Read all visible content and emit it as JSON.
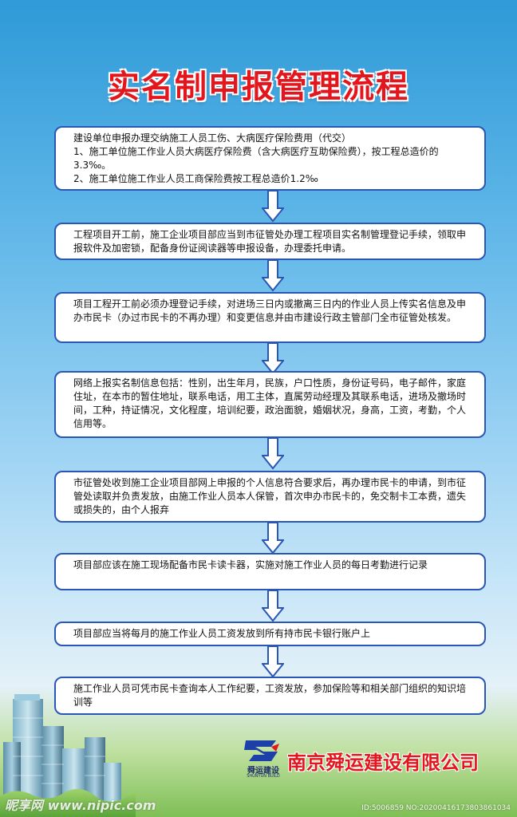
{
  "title": "实名制申报管理流程",
  "steps": [
    {
      "lines": [
        "建设单位申报办理交纳施工人员工伤、大病医疗保险费用（代交）",
        "1、施工单位施工作业人员大病医疗保险费（含大病医疗互助保险费），按工程总造价的3.3‰。",
        "2、施工单位施工作业人员工商保险费按工程总造价1.2‰"
      ]
    },
    {
      "lines": [
        "工程项目开工前，施工企业项目部应当到市征管处办理工程项目实名制管理登记手续，领取申报软件及加密锁，配备身份证阅读器等申报设备，办理委托申请。"
      ]
    },
    {
      "lines": [
        "项目工程开工前必须办理登记手续，对进场三日内或撤离三日内的作业人员上传实名信息及申办市民卡（办过市民卡的不再办理）和变更信息并由市建设行政主管部门全市征管处核发。"
      ]
    },
    {
      "lines": [
        "网络上报实名制信息包括：性别，出生年月，民族，户口性质，身份证号码，电子邮件，家庭住址，在本市的暂住地址，联系电话，用工主体，直属劳动经理及其联系电话，进场及撤场时间，工种，持证情况，文化程度，培训纪要，政治面貌，婚姻状况，身高，工资，考勤，个人信用等。"
      ]
    },
    {
      "lines": [
        "市征管处收到施工企业项目部网上申报的个人信息符合要求后，再办理市民卡的申请，到市征管处读取并负责发放，由施工作业人员本人保管，首次申办市民卡的，免交制卡工本费，遗失或损失的，由个人报弃"
      ]
    },
    {
      "lines": [
        "项目部应该在施工现场配备市民卡读卡器，实施对施工作业人员的每日考勤进行记录"
      ]
    },
    {
      "lines": [
        "项目部应当将每月的施工作业人员工资发放到所有持市民卡银行账户上"
      ]
    },
    {
      "lines": [
        "施工作业人员可凭市民卡查询本人工作纪要，工资发放，参加保险等和相关部门组织的知识培训等"
      ]
    }
  ],
  "company": {
    "name": "南京舜运建设有限公司",
    "logo_text": "舜运建设",
    "logo_text_en": "SHUNYUN BUILD"
  },
  "watermark": {
    "site": "昵享网 www.nipic.com",
    "image_id": "ID:5006859 NO:20200416173803861034"
  },
  "colors": {
    "title": "#e2161c",
    "box_border": "#2a56b6",
    "arrow_fill": "#ffffff",
    "arrow_stroke": "#2a56b6",
    "company": "#e2161c"
  }
}
